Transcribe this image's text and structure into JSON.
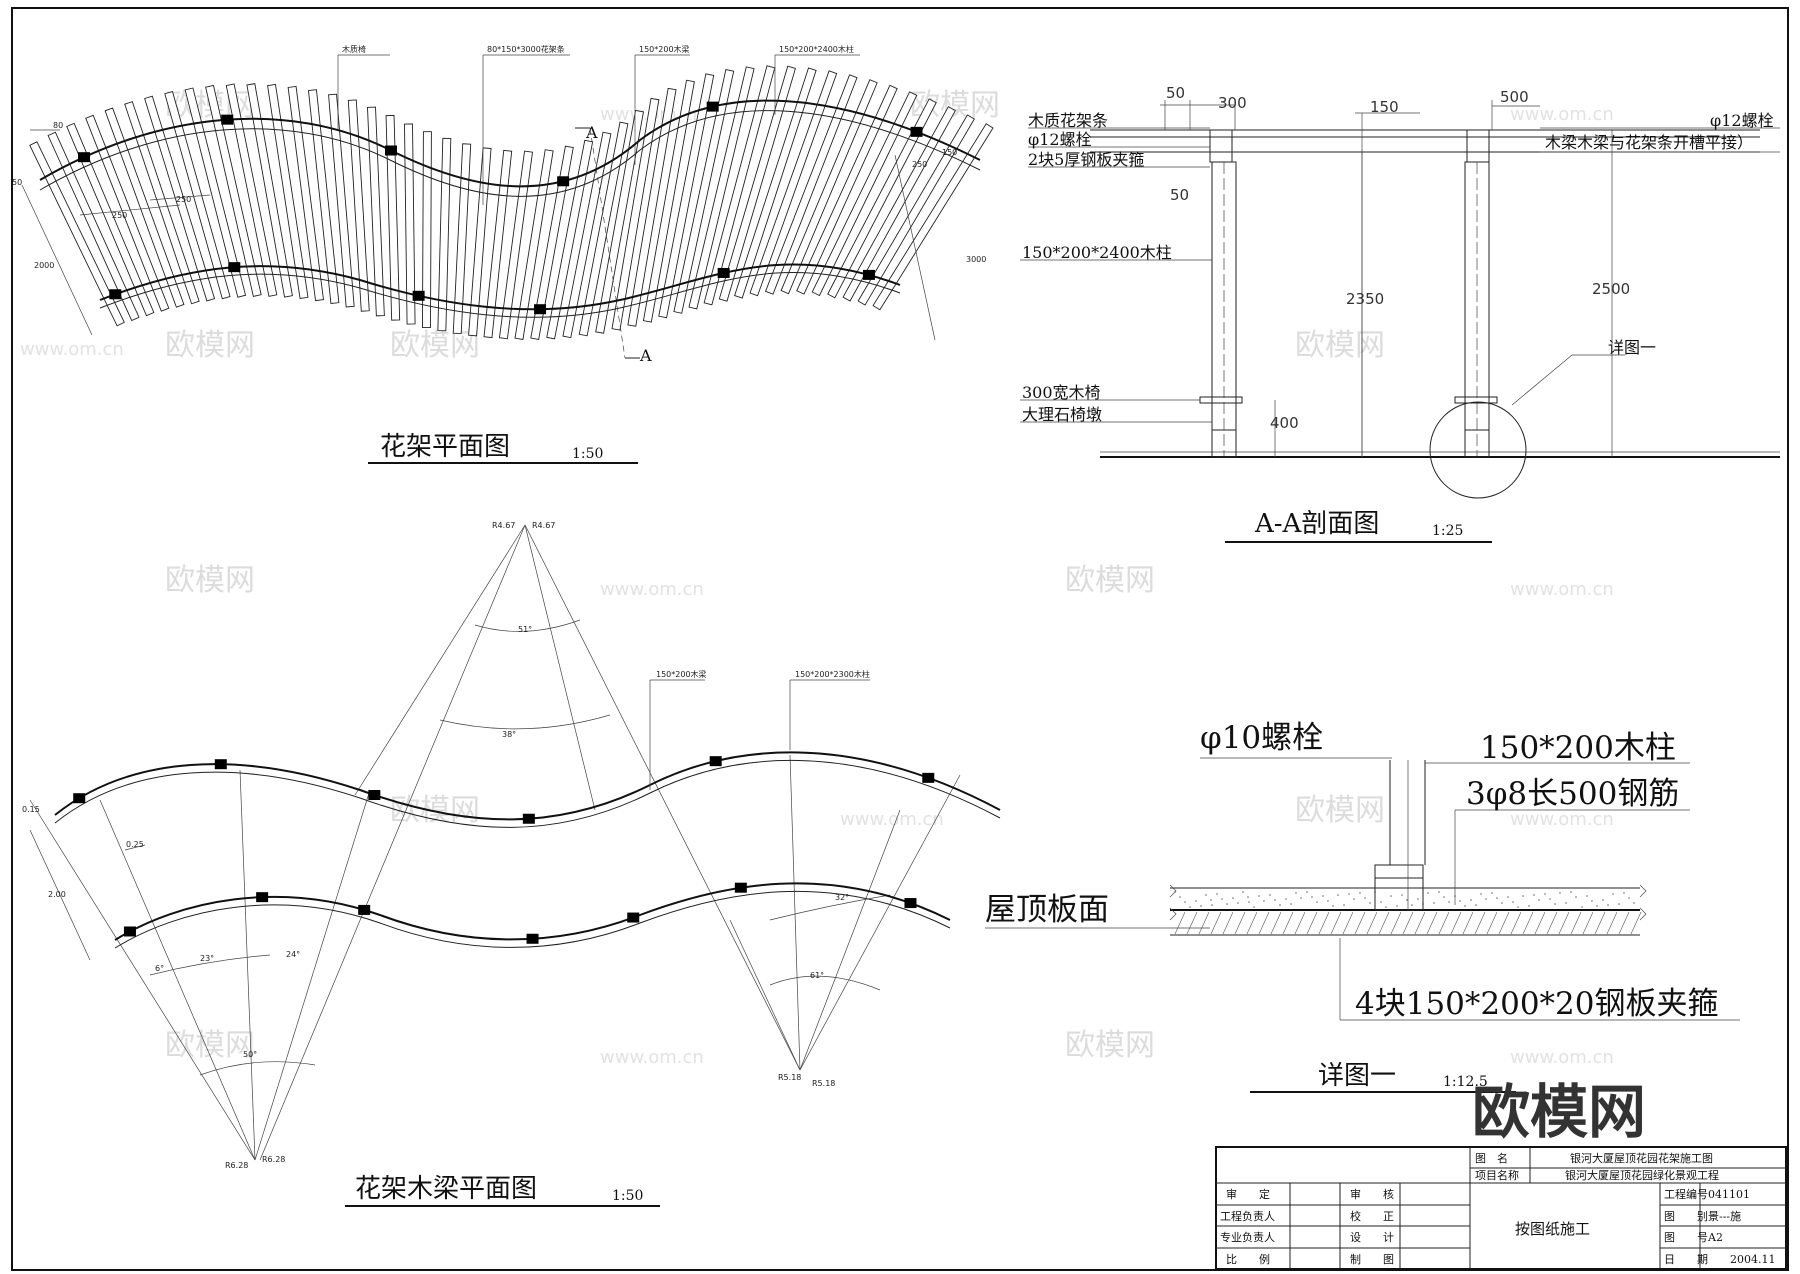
{
  "brand_logo": "欧模网",
  "watermark": {
    "logo": "欧模网",
    "url": "www.om.cn"
  },
  "plan": {
    "title": "花架平面图",
    "scale": "1:50",
    "callouts": [
      "木质椅",
      "80*150*3000花架条",
      "150*200木梁",
      "150*200*2400木柱"
    ],
    "dims": [
      "80",
      "50",
      "250",
      "250",
      "2000",
      "150",
      "250",
      "3000"
    ],
    "section_mark": "A"
  },
  "section": {
    "title": "A-A剖面图",
    "scale": "1:25",
    "labels_left": [
      "木质花架条",
      "φ12螺栓",
      "2块5厚钢板夹箍",
      "150*200*2400木柱",
      "300宽木椅",
      "大理石椅墩"
    ],
    "labels_right": [
      "φ12螺栓",
      "木梁木梁与花架条开槽平接）"
    ],
    "dims": [
      "50",
      "300",
      "50",
      "150",
      "500",
      "2350",
      "2500",
      "400"
    ],
    "detail_ref": "详图一"
  },
  "beam_plan": {
    "title": "花架木梁平面图",
    "scale": "1:50",
    "callouts": [
      "150*200木梁",
      "150*200*2300木柱"
    ],
    "radii": [
      "R4.67",
      "R4.67",
      "R6.28",
      "R6.28",
      "R5.18",
      "R5.18"
    ],
    "angles": [
      "51°",
      "38°",
      "23°",
      "24°",
      "6°",
      "50°",
      "32°",
      "61°"
    ],
    "dims": [
      "0.15",
      "0.25",
      "2.00"
    ]
  },
  "detail": {
    "title": "详图一",
    "scale": "1:12.5",
    "bolt": "φ10螺栓",
    "column": "150*200木柱",
    "rebar": "3φ8长500钢筋",
    "roof": "屋顶板面",
    "clamp": "4块150*200*20钢板夹箍"
  },
  "title_block": {
    "drawing_name_label": "图　名",
    "drawing_name": "银河大厦屋顶花园花架施工图",
    "project_label": "项目名称",
    "project": "银河大厦屋顶花园绿化景观工程",
    "roles_left": [
      "审　　定",
      "工程负责人",
      "专业负责人",
      "比　　例"
    ],
    "roles_mid": [
      "审　　核",
      "校　　正",
      "设　　计",
      "制　　图"
    ],
    "note": "按图纸施工",
    "right_labels": [
      "工程编号",
      "图　　别",
      "图　　号",
      "日　　期"
    ],
    "right_values": [
      "041101",
      "景---施",
      "A2",
      "2004.11"
    ]
  }
}
